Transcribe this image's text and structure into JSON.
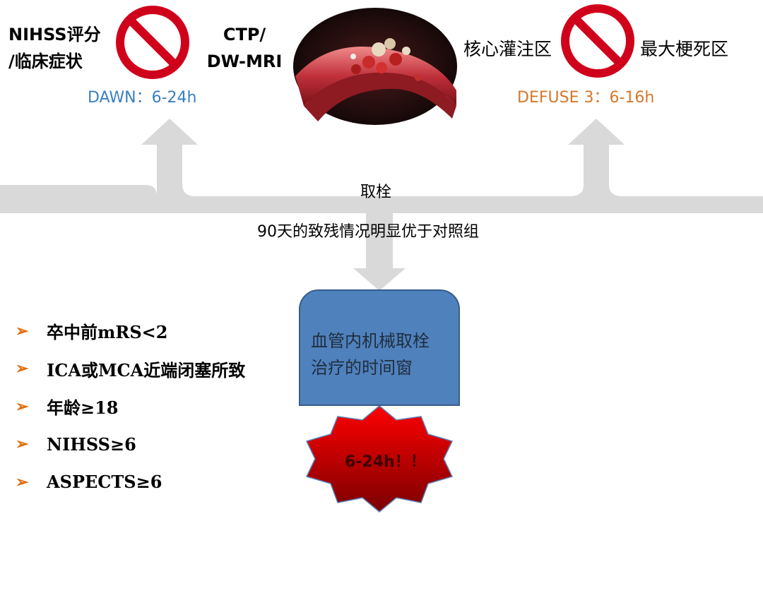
{
  "top_left": {
    "line1": "NIHSS评分",
    "line2": "/临床症状"
  },
  "ctp": {
    "line1": "CTP/",
    "line2": "DW-MRI"
  },
  "core_label": "核心灌注区",
  "infarct_label": "最大梗死区",
  "dawn": {
    "text": "DAWN：6-24h",
    "color": "#3a7fc1"
  },
  "defuse": {
    "text": "DEFUSE 3：6-16h",
    "color": "#d4782b"
  },
  "thrombectomy_label": "取栓",
  "result_text": "90天的致残情况明显优于对照组",
  "criteria": [
    "卒中前mRS<2",
    "ICA或MCA近端闭塞所致",
    "年龄≥18",
    "NIHSS≥6",
    "ASPECTS≥6"
  ],
  "box_text": {
    "line1": "血管内机械取栓",
    "line2": "治疗的时间窗"
  },
  "burst_text": "6-24h！！",
  "icons": [
    "prohibition-icon",
    "arrow-bullet-icon",
    "blood-vessel-image"
  ],
  "colors": {
    "arrow_gray": "#d9d9d9",
    "prohibition_red": "#d0021b",
    "box_blue": "#4f81bd",
    "burst_red": "#e00000"
  }
}
